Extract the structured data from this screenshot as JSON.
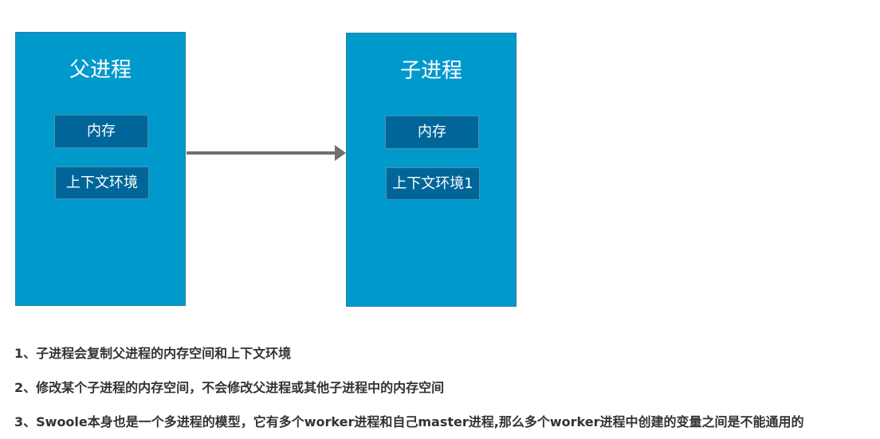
{
  "diagram": {
    "parent": {
      "title": "父进程",
      "memory_label": "内存",
      "context_label": "上下文环境"
    },
    "child": {
      "title": "子进程",
      "memory_label": "内存",
      "context_label": "上下文环境1"
    },
    "colors": {
      "box": "#0099cc",
      "inner": "#006699",
      "arrow": "#707070",
      "text": "#333333"
    }
  },
  "notes": [
    "1、子进程会复制父进程的内存空间和上下文环境",
    "2、修改某个子进程的内存空间，不会修改父进程或其他子进程中的内存空间",
    "3、Swoole本身也是一个多进程的模型，它有多个worker进程和自己master进程,那么多个worker进程中创建的变量之间是不能通用的"
  ]
}
